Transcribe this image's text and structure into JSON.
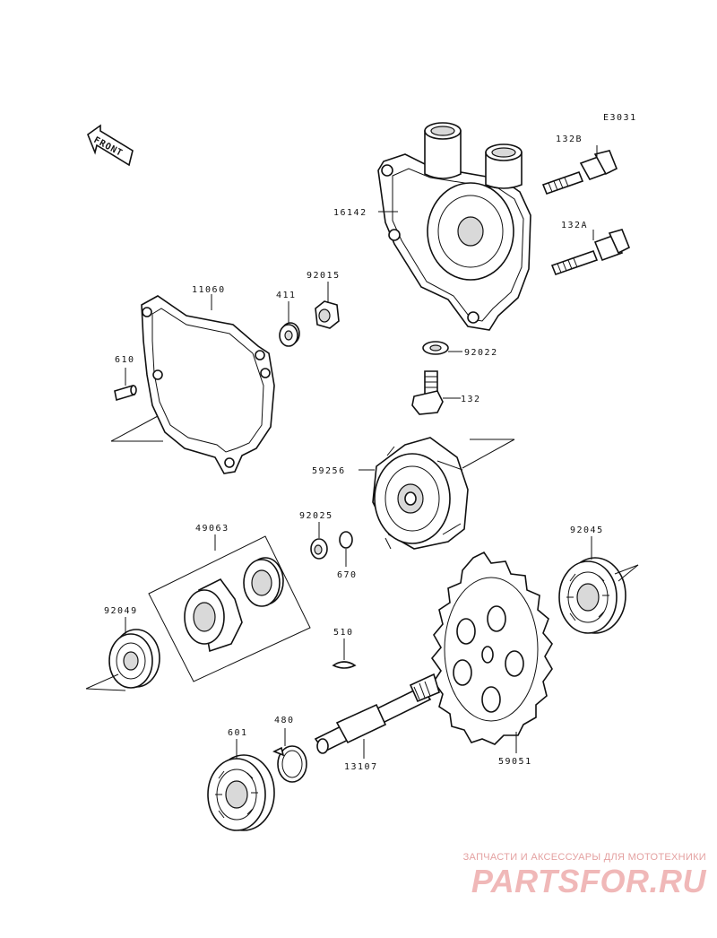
{
  "diagram": {
    "code": "E3031",
    "front_label": "FRONT",
    "parts": {
      "p16142": "16142",
      "p1328": "132B",
      "p132a": "132A",
      "p11060": "11060",
      "p411": "411",
      "p92015": "92015",
      "p610": "610",
      "p92022": "92022",
      "p132": "132",
      "p59256": "59256",
      "p92025": "92025",
      "p670": "670",
      "p49063": "49063",
      "p92045": "92045",
      "p92049": "92049",
      "p510": "510",
      "p480": "480",
      "p601": "601",
      "p13107": "13107",
      "p59051": "59051"
    }
  },
  "watermark": {
    "tagline": "ЗАПЧАСТИ И АКСЕССУАРЫ ДЛЯ МОТОТЕХНИКИ",
    "logo": "PARTSFOR.RU"
  }
}
